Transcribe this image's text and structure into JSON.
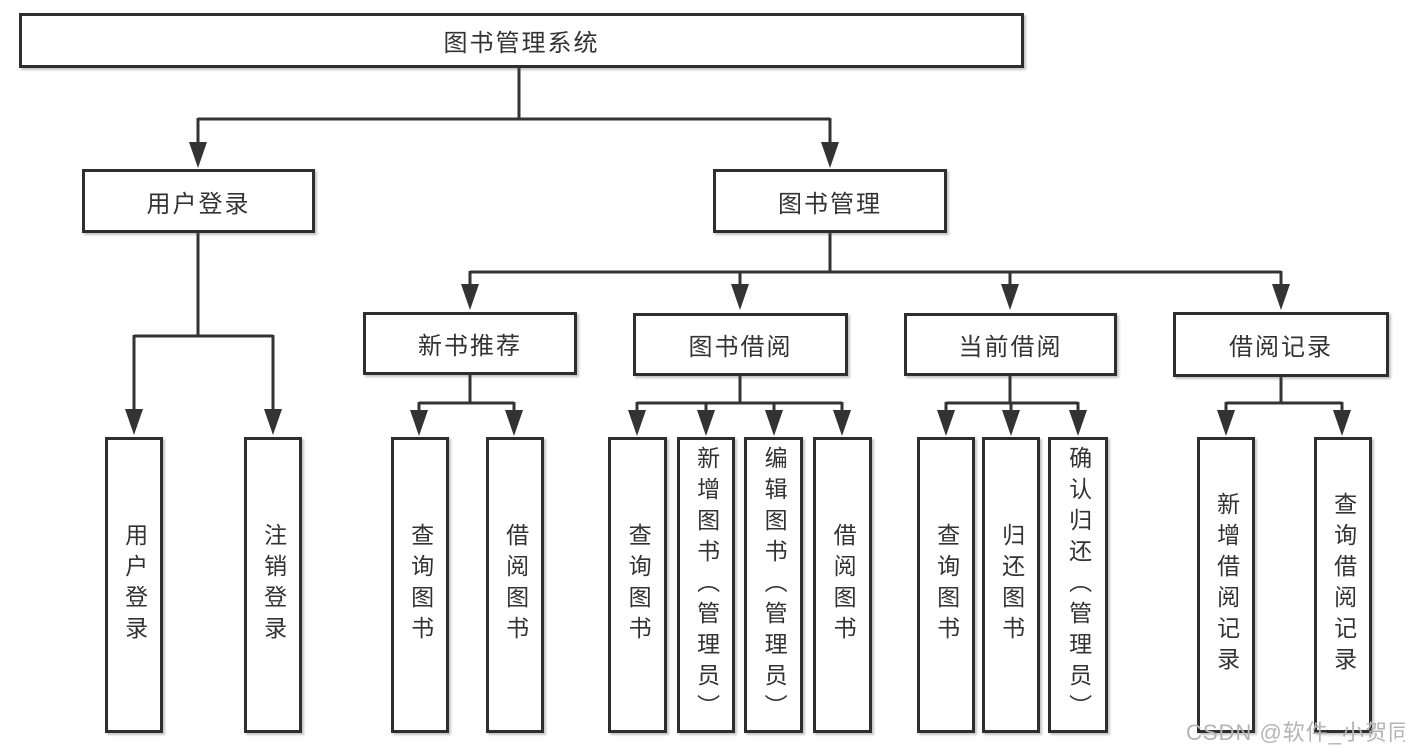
{
  "tree": {
    "label": "图书管理系统",
    "children": [
      {
        "label": "用户登录",
        "children": [
          {
            "label": "用户登录"
          },
          {
            "label": "注销登录"
          }
        ]
      },
      {
        "label": "图书管理",
        "children": [
          {
            "label": "新书推荐",
            "children": [
              {
                "label": "查询图书"
              },
              {
                "label": "借阅图书"
              }
            ]
          },
          {
            "label": "图书借阅",
            "children": [
              {
                "label": "查询图书"
              },
              {
                "label": "新增图书（管理员）"
              },
              {
                "label": "编辑图书（管理员）"
              },
              {
                "label": "借阅图书"
              }
            ]
          },
          {
            "label": "当前借阅",
            "children": [
              {
                "label": "查询图书"
              },
              {
                "label": "归还图书"
              },
              {
                "label": "确认归还（管理员）"
              }
            ]
          },
          {
            "label": "借阅记录",
            "children": [
              {
                "label": "新增借阅记录"
              },
              {
                "label": "查询借阅记录"
              }
            ]
          }
        ]
      }
    ]
  },
  "watermark": {
    "text": "CSDN @软件_小贺同学"
  },
  "colors": {
    "line": "#333333",
    "box_border": "#2e2e2e",
    "text": "#333333",
    "watermark": "#b4b4b4",
    "background": "#ffffff"
  }
}
